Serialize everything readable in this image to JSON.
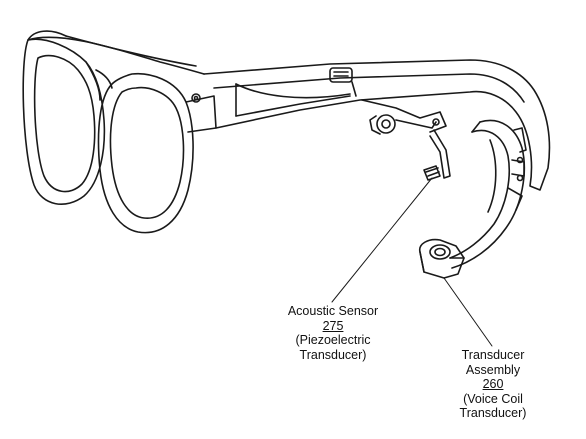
{
  "callouts": {
    "acoustic_sensor": {
      "name": "Acoustic Sensor",
      "ref": "275",
      "detail_1": "(Piezoelectric",
      "detail_2": "Transducer)"
    },
    "transducer_assembly": {
      "name_1": "Transducer",
      "name_2": "Assembly",
      "ref": "260",
      "detail_1": "(Voice Coil",
      "detail_2": "Transducer)"
    }
  },
  "colors": {
    "line": "#1a1a1a",
    "background": "#ffffff"
  }
}
